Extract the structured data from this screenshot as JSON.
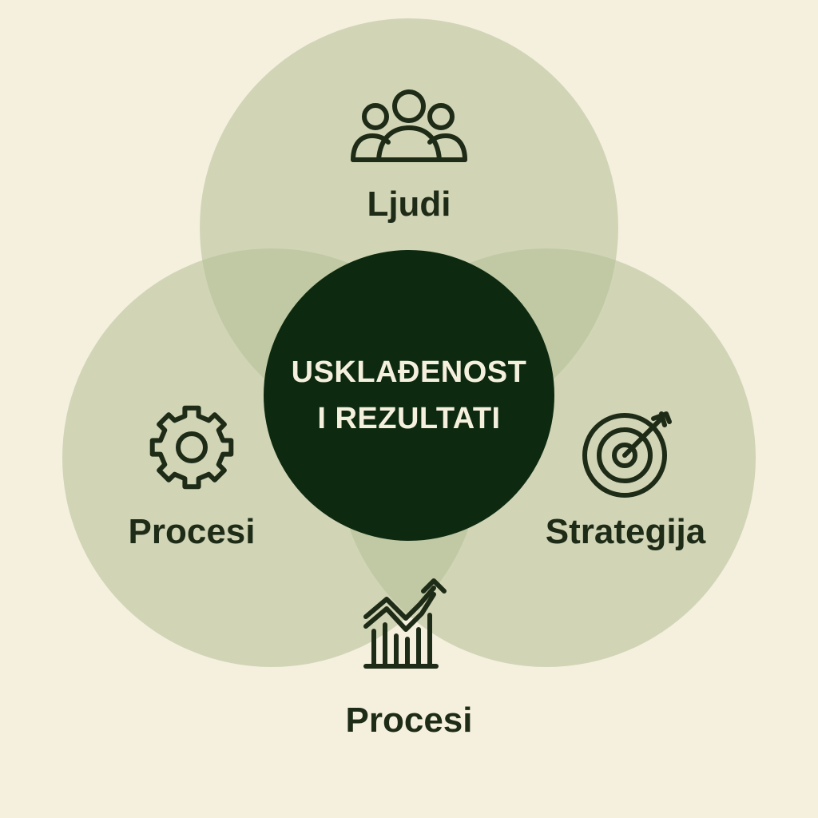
{
  "colors": {
    "background": "#f5f0de",
    "circle_fill": "#b3bf96",
    "center_fill": "#0d2a10",
    "text_dark": "#1e2b17",
    "text_light": "#f5f0de"
  },
  "diagram": {
    "center": {
      "line1": "USKLAĐENOST",
      "line2": "I REZULTATI"
    },
    "top": {
      "label": "Ljudi",
      "icon": "people-icon"
    },
    "left": {
      "label": "Procesi",
      "icon": "gear-icon"
    },
    "right": {
      "label": "Strategija",
      "icon": "target-icon"
    },
    "bottom": {
      "label": "Procesi",
      "icon": "growth-chart-icon"
    }
  }
}
